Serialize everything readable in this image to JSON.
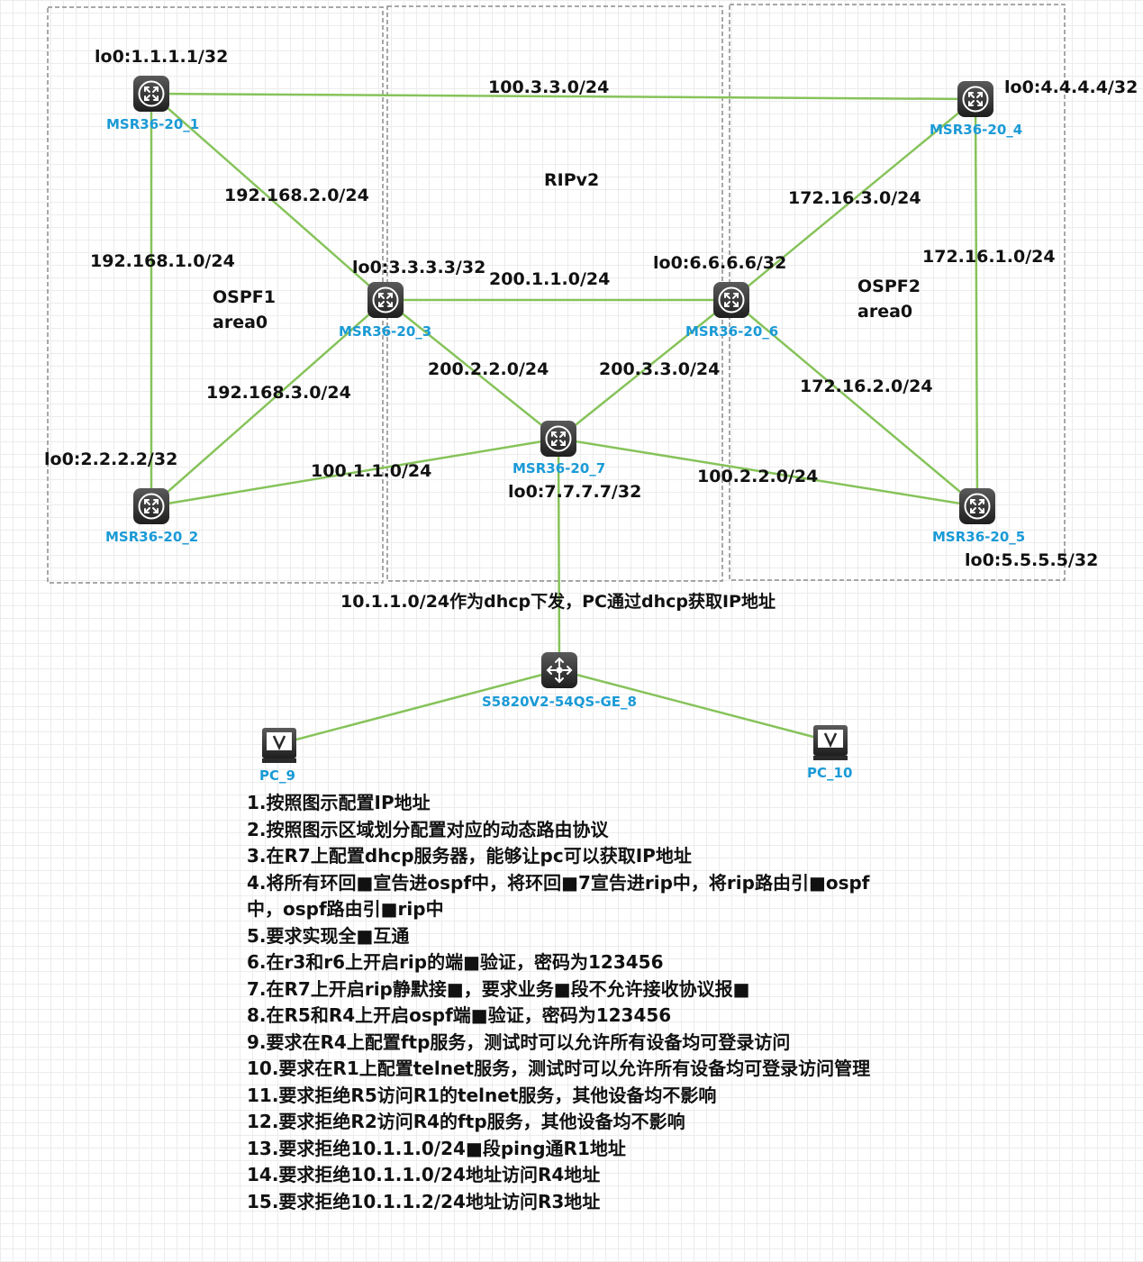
{
  "zones": [
    {
      "id": "ospf1",
      "label": "OSPF1",
      "sublabel": "area0"
    },
    {
      "id": "rip",
      "label": "RIPv2"
    },
    {
      "id": "ospf2",
      "label": "OSPF2",
      "sublabel": "area0"
    }
  ],
  "devices": {
    "r1": {
      "name": "MSR36-20_1",
      "loopback": "lo0:1.1.1.1/32"
    },
    "r2": {
      "name": "MSR36-20_2",
      "loopback": "lo0:2.2.2.2/32"
    },
    "r3": {
      "name": "MSR36-20_3",
      "loopback": "lo0:3.3.3.3/32"
    },
    "r4": {
      "name": "MSR36-20_4",
      "loopback": "lo0:4.4.4.4/32"
    },
    "r5": {
      "name": "MSR36-20_5",
      "loopback": "lo0:5.5.5.5/32"
    },
    "r6": {
      "name": "MSR36-20_6",
      "loopback": "lo0:6.6.6.6/32"
    },
    "r7": {
      "name": "MSR36-20_7",
      "loopback": "lo0:7.7.7.7/32"
    },
    "sw8": {
      "name": "S5820V2-54QS-GE_8"
    },
    "pc9": {
      "name": "PC_9"
    },
    "pc10": {
      "name": "PC_10"
    }
  },
  "links": {
    "r1_r4": "100.3.3.0/24",
    "r1_r3": "192.168.2.0/24",
    "r1_r2": "192.168.1.0/24",
    "r2_r3": "192.168.3.0/24",
    "r2_r7": "100.1.1.0/24",
    "r3_r6": "200.1.1.0/24",
    "r3_r7": "200.2.2.0/24",
    "r6_r7": "200.3.3.0/24",
    "r4_r6": "172.16.3.0/24",
    "r4_r5": "172.16.1.0/24",
    "r5_r6": "172.16.2.0/24",
    "r5_r7": "100.2.2.0/24"
  },
  "dhcp_note": "10.1.1.0/24作为dhcp下发，PC通过dhcp获取IP地址",
  "tasks": [
    "1.按照图示配置IP地址",
    "2.按照图示区域划分配置对应的动态路由协议",
    "3.在R7上配置dhcp服务器，能够让pc可以获取IP地址",
    "4.将所有环回■宣告进ospf中，将环回■7宣告进rip中，将rip路由引■ospf",
    "中，ospf路由引■rip中",
    "5.要求实现全■互通",
    "6.在r3和r6上开启rip的端■验证，密码为123456",
    "7.在R7上开启rip静默接■，要求业务■段不允许接收协议报■",
    "8.在R5和R4上开启ospf端■验证，密码为123456",
    "9.要求在R4上配置ftp服务，测试时可以允许所有设备均可登录访问",
    "10.要求在R1上配置telnet服务，测试时可以允许所有设备均可登录访问管理",
    "11.要求拒绝R5访问R1的telnet服务，其他设备均不影响",
    "12.要求拒绝R2访问R4的ftp服务，其他设备均不影响",
    "13.要求拒绝10.1.1.0/24■段ping通R1地址",
    "14.要求拒绝10.1.1.0/24地址访问R4地址",
    "15.要求拒绝10.1.1.2/24地址访问R3地址"
  ],
  "colors": {
    "link": "#86c35a",
    "device_label": "#1a9ad6",
    "zone_border": "#8c8c8c",
    "router_icon": "#3a3a3a"
  }
}
